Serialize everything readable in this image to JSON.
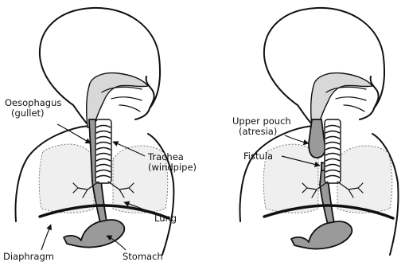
{
  "left_figure": {
    "labels": {
      "oesophagus_line1": "Oesophagus",
      "oesophagus_line2": "(gullet)",
      "trachea_line1": "Trachea",
      "trachea_line2": "(windpipe)",
      "lung": "Lung",
      "diaphragm": "Diaphragm",
      "stomach": "Stomach"
    }
  },
  "right_figure": {
    "labels": {
      "upper_pouch_line1": "Upper pouch",
      "upper_pouch_line2": "(atresia)",
      "fistula": "Fistula"
    }
  },
  "colors": {
    "outline": "#111111",
    "organ_fill": "#9a9a9a",
    "lung_fill": "#efefef"
  }
}
